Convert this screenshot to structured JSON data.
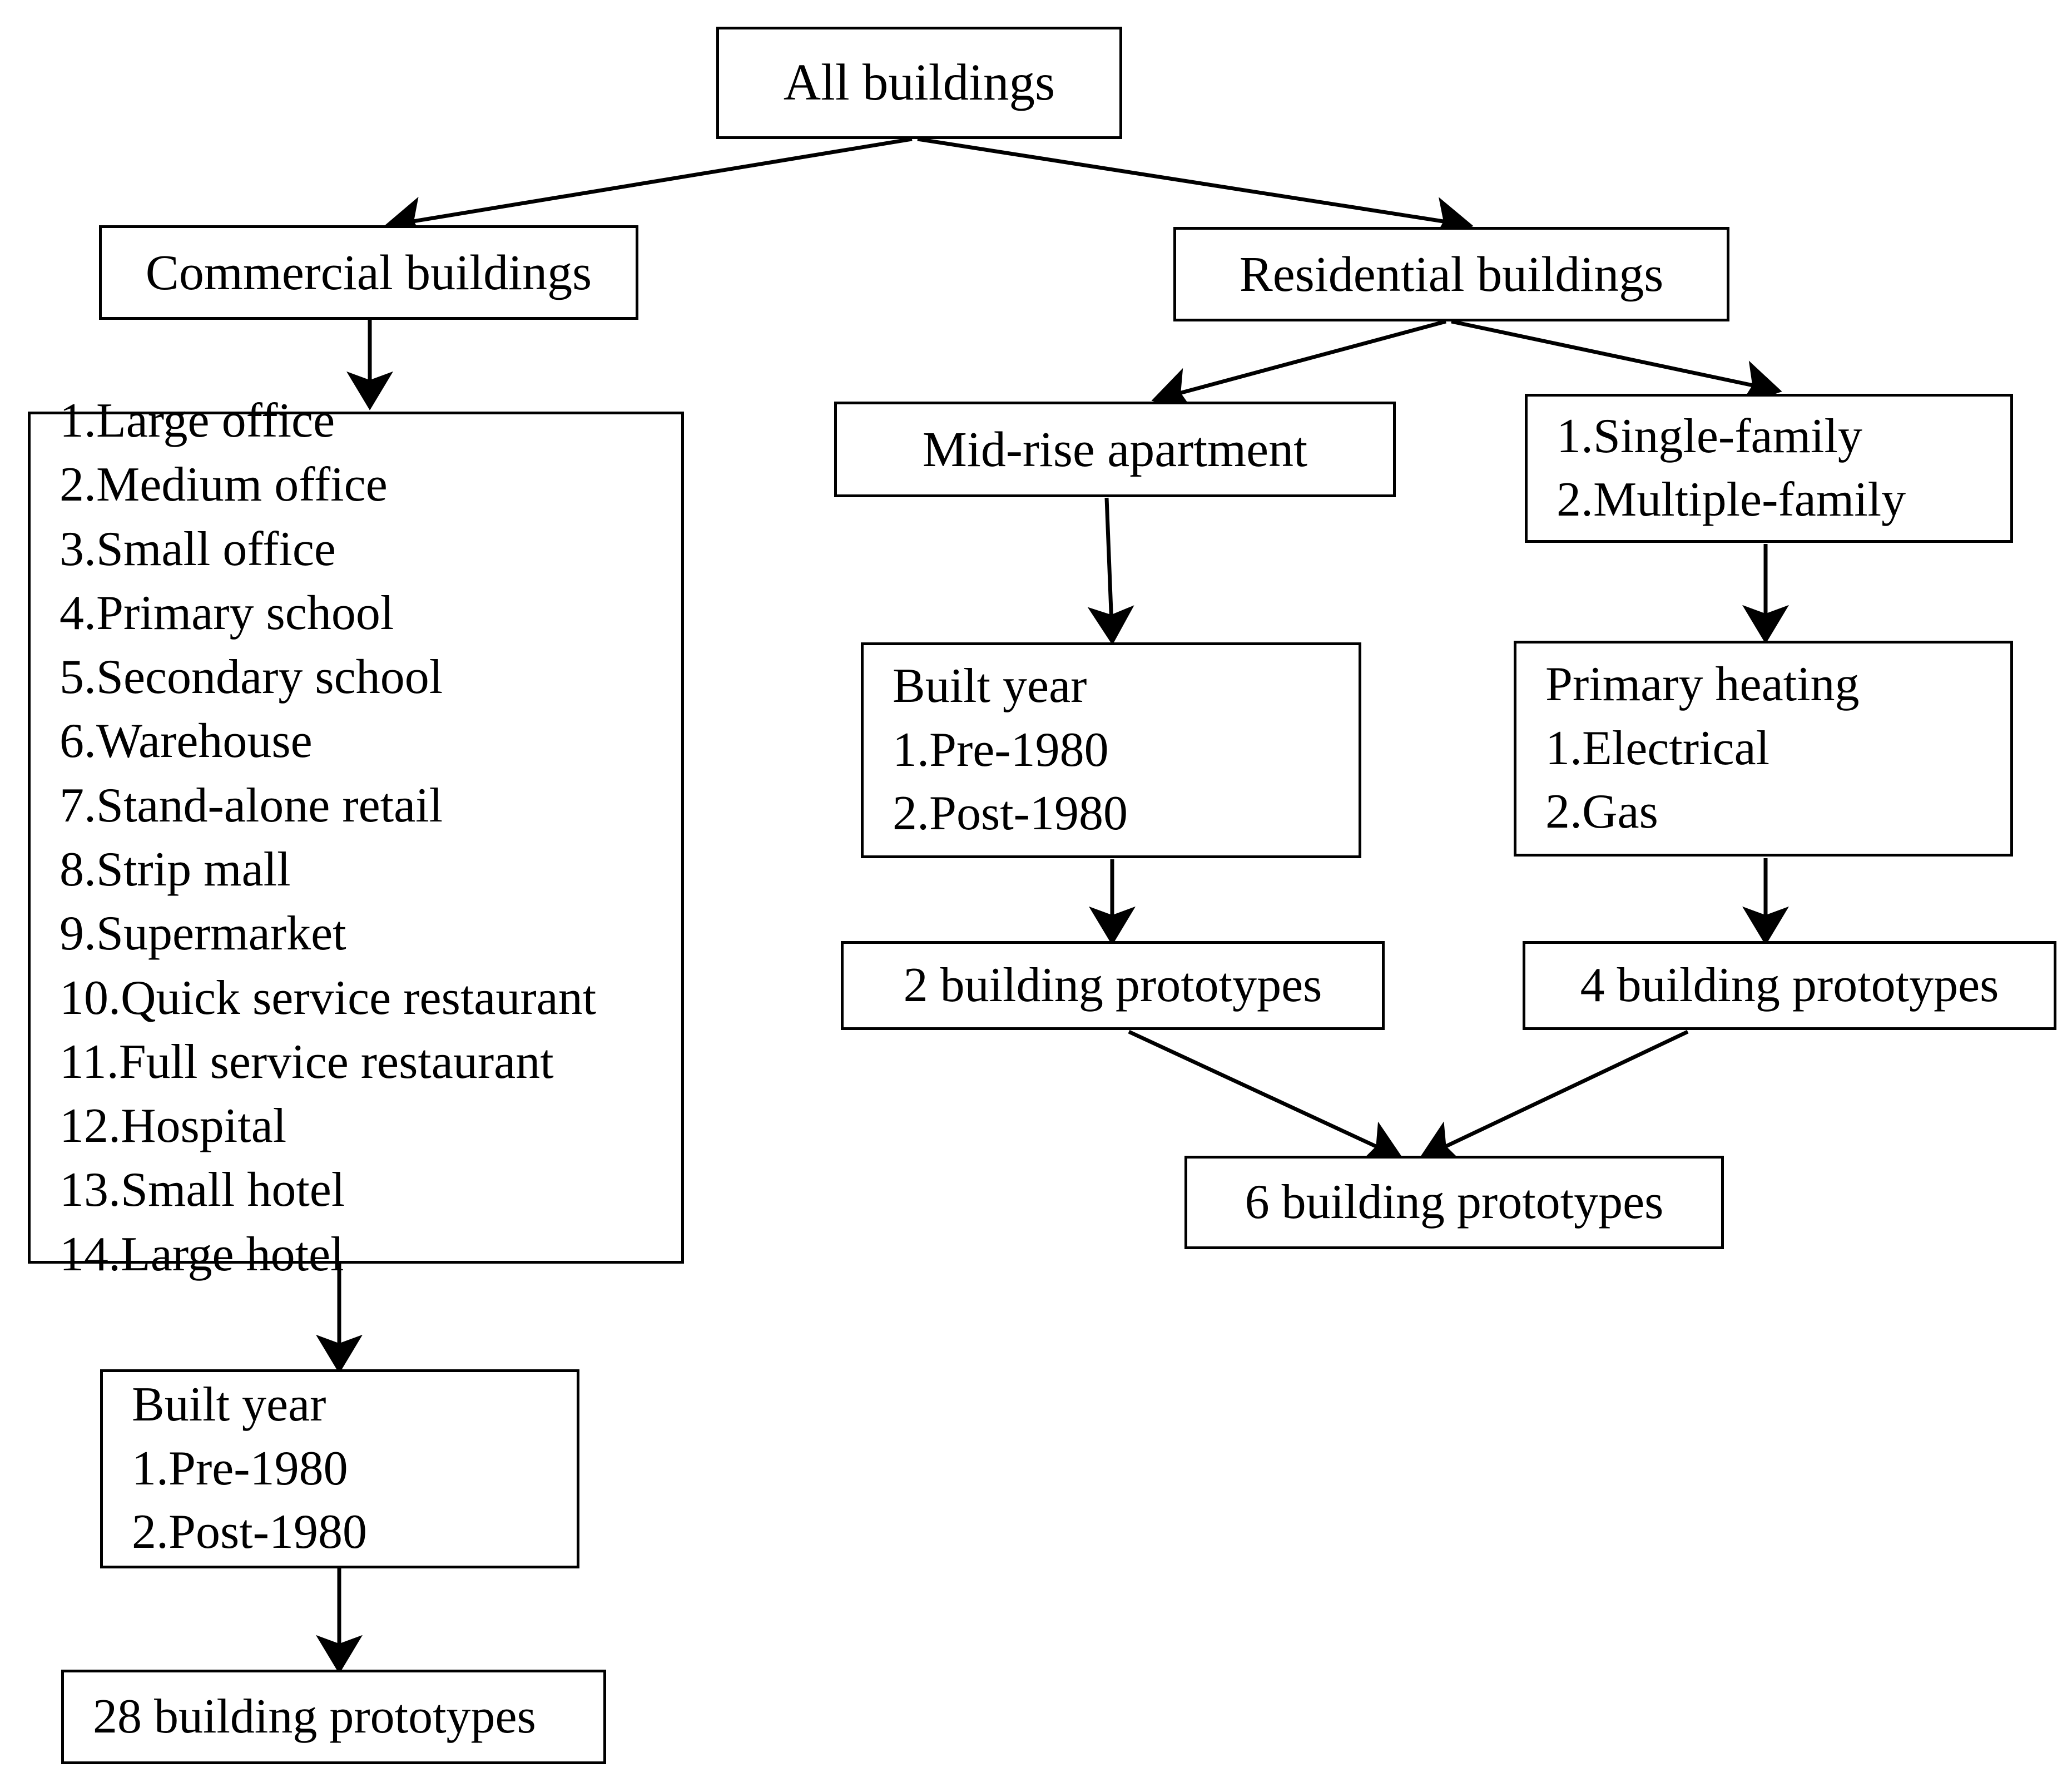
{
  "diagram": {
    "title": "All buildings",
    "type": "flowchart",
    "stroke_color": "#000000",
    "background_color": "#ffffff",
    "nodes": {
      "root": {
        "label": "All buildings"
      },
      "commercial": {
        "label": "Commercial buildings"
      },
      "residential": {
        "label": "Residential buildings"
      },
      "commercial_types": {
        "items": [
          "1.Large office",
          "2.Medium office",
          "3.Small office",
          "4.Primary school",
          "5.Secondary school",
          "6.Warehouse",
          "7.Stand-alone retail",
          "8.Strip mall",
          "9.Supermarket",
          "10.Quick service restaurant",
          "11.Full service restaurant",
          "12.Hospital",
          "13.Small hotel",
          "14.Large hotel"
        ]
      },
      "commercial_built_year": {
        "heading": "Built year",
        "items": [
          "1.Pre-1980",
          "2.Post-1980"
        ]
      },
      "commercial_result": {
        "label": "28 building prototypes"
      },
      "midrise": {
        "label": "Mid-rise apartment"
      },
      "family_types": {
        "items": [
          "1.Single-family",
          "2.Multiple-family"
        ]
      },
      "midrise_built_year": {
        "heading": "Built year",
        "items": [
          "1.Pre-1980",
          "2.Post-1980"
        ]
      },
      "primary_heating": {
        "heading": "Primary heating",
        "items": [
          "1.Electrical",
          "2.Gas"
        ]
      },
      "midrise_result": {
        "label": "2 building prototypes"
      },
      "family_result": {
        "label": "4 building prototypes"
      },
      "residential_result": {
        "label": "6 building prototypes"
      }
    }
  }
}
